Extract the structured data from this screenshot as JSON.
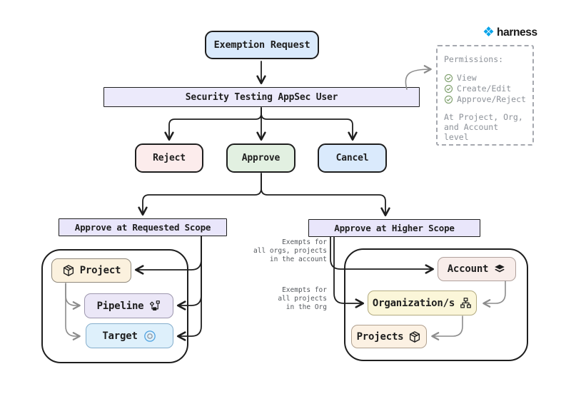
{
  "logo": {
    "brand": "harness",
    "glyph": "❖"
  },
  "flow": {
    "exemption_request": "Exemption Request",
    "appsec_user": "Security Testing AppSec User",
    "decisions": [
      {
        "label": "Reject"
      },
      {
        "label": "Approve"
      },
      {
        "label": "Cancel"
      }
    ],
    "requested_scope": {
      "title": "Approve at Requested Scope",
      "nodes": [
        {
          "label": "Project",
          "icon": "cube-icon"
        },
        {
          "label": "Pipeline",
          "icon": "pipeline-icon"
        },
        {
          "label": "Target",
          "icon": "target-icon"
        }
      ]
    },
    "higher_scope": {
      "title": "Approve at Higher Scope",
      "nodes": [
        {
          "label": "Account",
          "icon": "layers-icon"
        },
        {
          "label": "Organization/s",
          "icon": "org-chart-icon"
        },
        {
          "label": "Projects",
          "icon": "cube-icon"
        }
      ]
    },
    "annotations": [
      {
        "text": "Exempts for\nall orgs, projects\nin the account"
      },
      {
        "text": "Exempts for\nall projects\nin the Org"
      }
    ]
  },
  "permissions": {
    "title": "Permissions:",
    "items": [
      "View",
      "Create/Edit",
      "Approve/Reject"
    ],
    "footer": "At Project, Org,\nand Account level"
  },
  "colors": {
    "brand_blue": "#0aa5ea",
    "check_green": "#7fa06d",
    "arrow_black": "#1e1e1e",
    "arrow_gray": "#8c8c8c",
    "fill_blue": "#daeafc",
    "fill_lavender": "#e9e6fb",
    "fill_pink": "#fcecec",
    "fill_green": "#e2f0e1",
    "fill_cream": "#fbf1de",
    "fill_purple": "#ebe7f7",
    "fill_rose": "#f8edea",
    "fill_yellow": "#fbf6d9"
  }
}
